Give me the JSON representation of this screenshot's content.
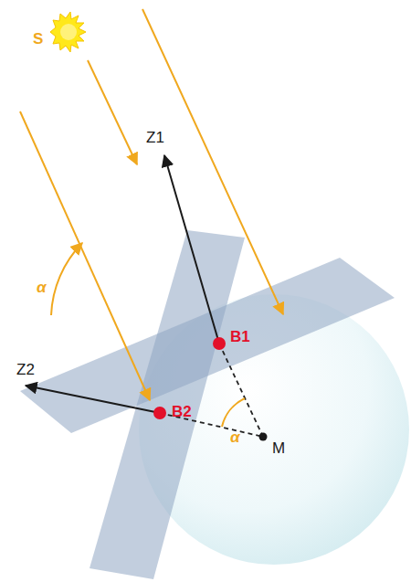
{
  "diagram": {
    "labels": [
      "S",
      "Z1",
      "B1",
      "Z2",
      "B2",
      "M",
      "α",
      "α"
    ]
  }
}
